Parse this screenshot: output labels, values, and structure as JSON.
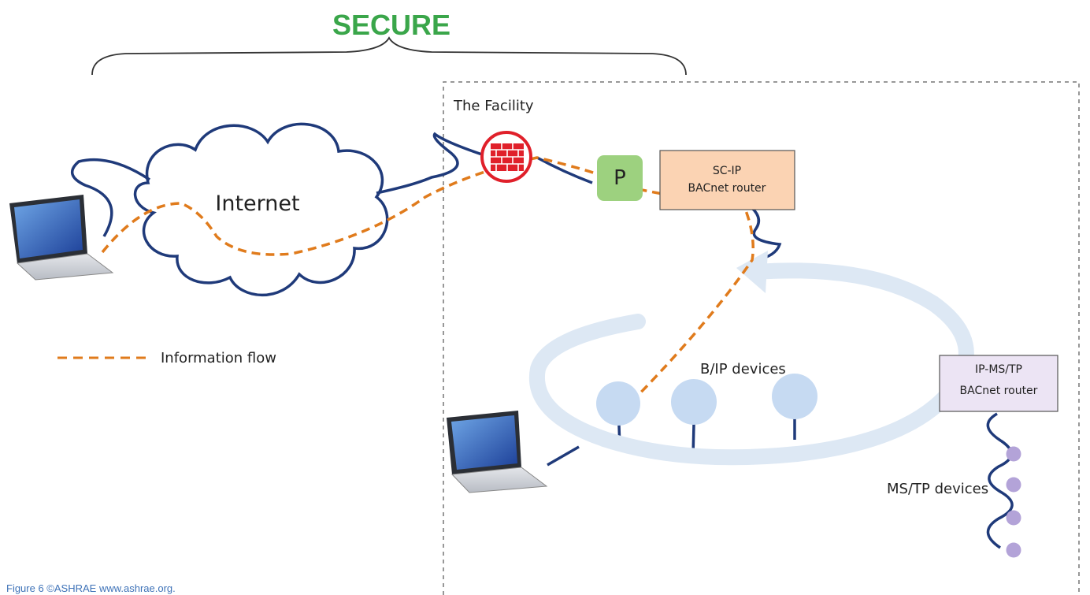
{
  "title": "SECURE",
  "facility_label": "The Facility",
  "internet_label": "Internet",
  "proxy_label": "P",
  "sc_router": {
    "line1": "SC-IP",
    "line2": "BACnet router"
  },
  "ms_router": {
    "line1": "IP-MS/TP",
    "line2": "BACnet router"
  },
  "bip_devices_label": "B/IP devices",
  "mstp_devices_label": "MS/TP devices",
  "legend": {
    "label": "Information flow"
  },
  "caption": "Figure 6 ©ASHRAE www.ashrae.org.",
  "colors": {
    "secure": "#3aa64a",
    "flow": "#e07b1c",
    "cable": "#1f3a7a",
    "proxy": "#9dd17f",
    "sc_router": "#fbd3b3",
    "ms_router": "#ece4f4",
    "firewall": "#e0202a",
    "bus": "#dde8f4",
    "bip_device": "#c6daf2",
    "mstp_device": "#b3a3d8"
  }
}
